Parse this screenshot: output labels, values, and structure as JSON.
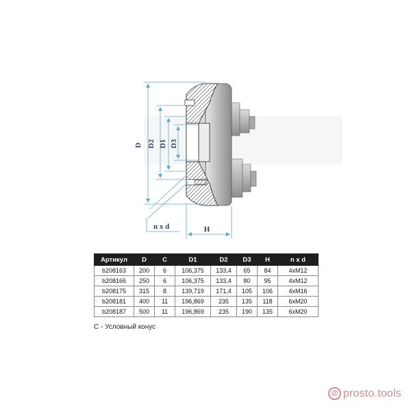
{
  "drawing": {
    "labels": {
      "D": "D",
      "D2": "D2",
      "D1": "D1",
      "D3": "D3",
      "nxd": "n x d",
      "H": "H"
    }
  },
  "table": {
    "headers": [
      "Артикул",
      "D",
      "C",
      "D1",
      "D2",
      "D3",
      "H",
      "n x d"
    ],
    "rows": [
      [
        "b208163",
        "200",
        "6",
        "106,375",
        "133,4",
        "65",
        "84",
        "4xM12"
      ],
      [
        "b208166",
        "250",
        "6",
        "106,375",
        "133,4",
        "80",
        "95",
        "4xM12"
      ],
      [
        "b208175",
        "315",
        "8",
        "139,719",
        "171,4",
        "105",
        "106",
        "4xM16"
      ],
      [
        "b208181",
        "400",
        "11",
        "196,869",
        "235",
        "135",
        "118",
        "6xM20"
      ],
      [
        "b208187",
        "500",
        "11",
        "196,869",
        "235",
        "190",
        "135",
        "6xM20"
      ]
    ]
  },
  "footnote": "С - Условный конус",
  "watermark": {
    "symbol": "@",
    "text": "prosto.tools"
  },
  "colors": {
    "dimension_lines": "#5fa8c8",
    "label_text": "#2f3f5f",
    "table_header_bg": "#1e1e1e",
    "watermark": "#c98e8e"
  }
}
